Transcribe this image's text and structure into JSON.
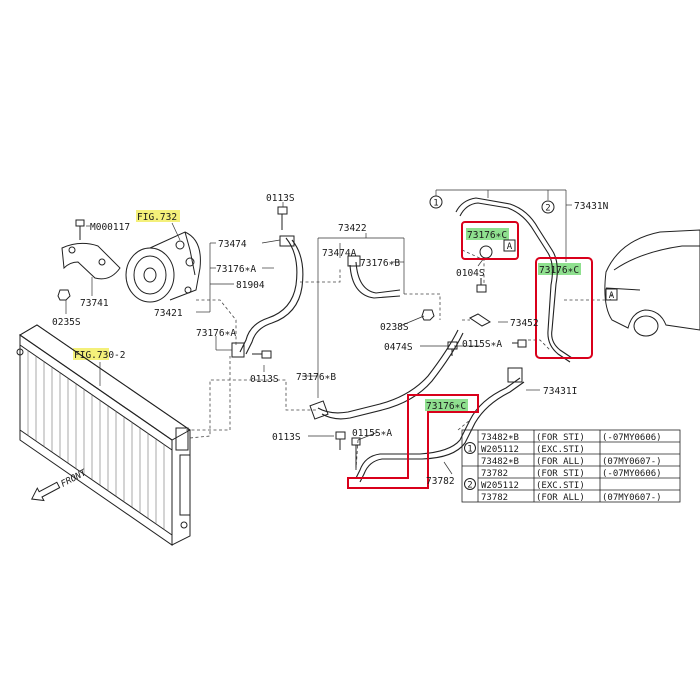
{
  "callouts": {
    "fig732": "FIG.732",
    "m000117": "M000117",
    "p73741": "73741",
    "p0235s": "0235S",
    "p0113s_top": "0113S",
    "p73474": "73474",
    "p73176a_1": "73176∗A",
    "p81904": "81904",
    "p73421": "73421",
    "p73176a_2": "73176∗A",
    "p0113s_mid": "0113S",
    "fig730": "FIG.730-2",
    "p73422": "73422",
    "p73474a": "73474A",
    "p73176b_1": "73176∗B",
    "p0238s": "0238S",
    "p0474s": "0474S",
    "p73176b_2": "73176∗B",
    "p0113s_low": "0113S",
    "p0115sa_low": "0115S∗A",
    "p73431n": "73431N",
    "p73176c_1": "73176∗C",
    "p0104s": "0104S",
    "p73176c_2": "73176∗C",
    "p73452": "73452",
    "p0115sa_mid": "0115S∗A",
    "p73431i": "73431I",
    "p73176c_3": "73176∗C",
    "p73782": "73782",
    "marker_a1": "A",
    "marker_a2": "A",
    "ref1": "1",
    "ref2": "2",
    "front": "FRONT"
  },
  "table": {
    "rows": [
      {
        "group": "1",
        "part": "73482∗B",
        "app": "(FOR STI)",
        "period": "(-07MY0606)"
      },
      {
        "group": "",
        "part": "W205112",
        "app": "(EXC.STI)",
        "period": ""
      },
      {
        "group": "",
        "part": "73482∗B",
        "app": "(FOR ALL)",
        "period": "(07MY0607-)"
      },
      {
        "group": "2",
        "part": "73782",
        "app": "(FOR STI)",
        "period": "(-07MY0606)"
      },
      {
        "group": "",
        "part": "W205112",
        "app": "(EXC.STI)",
        "period": ""
      },
      {
        "group": "",
        "part": "73782",
        "app": "(FOR ALL)",
        "period": "(07MY0607-)"
      }
    ]
  },
  "colors": {
    "highlight_yellow": "#f4f07a",
    "highlight_green": "#8fe08f",
    "annotation_red": "#d9001b",
    "line": "#222222"
  }
}
